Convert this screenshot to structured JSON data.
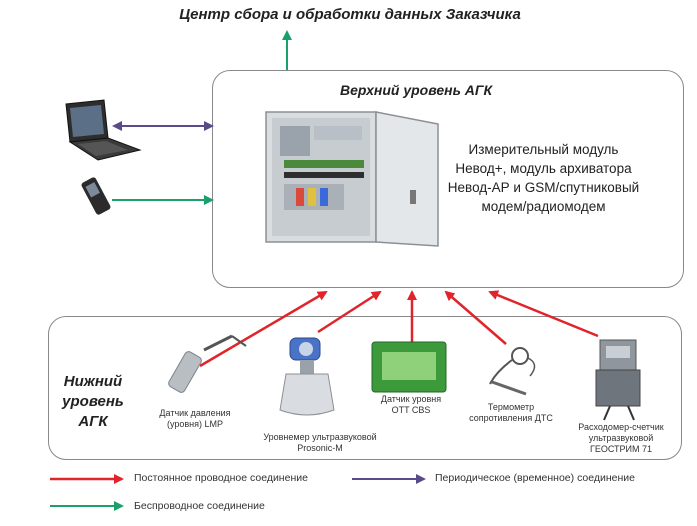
{
  "header": {
    "title": "Центр сбора и обработки данных Заказчика"
  },
  "upper": {
    "title": "Верхний уровень АГК",
    "module_lines": [
      "Измерительный модуль",
      "Невод+, модуль архиватора",
      "Невод-АР и GSM/спутниковый",
      "модем/радиомодем"
    ]
  },
  "lower": {
    "title_lines": [
      "Нижний",
      "уровень",
      "АГК"
    ],
    "devices": [
      {
        "lines": [
          "Датчик давления",
          "(уровня) LMP"
        ]
      },
      {
        "lines": [
          "Уровнемер ультразвуковой",
          "Prosonic-M"
        ]
      },
      {
        "lines": [
          "Датчик уровня",
          "OTT CBS"
        ]
      },
      {
        "lines": [
          "Термометр",
          "сопротивления ДТС"
        ]
      },
      {
        "lines": [
          "Расходомер-счетчик",
          "ультразвуковой",
          "ГЕОСТРИМ 71"
        ]
      }
    ]
  },
  "legend": {
    "permanent": "Постоянное проводное соединение",
    "periodic": "Периодическое (временное) соединение",
    "wireless": "Беспроводное соединение"
  },
  "colors": {
    "permanent": "#e0242a",
    "periodic": "#5a4a8a",
    "wireless": "#1aa06a",
    "box": "#888888"
  },
  "icons": [
    "laptop-icon",
    "mobile-phone-icon",
    "cabinet-icon",
    "pressure-sensor-icon",
    "ultrasonic-level-meter-icon",
    "level-sensor-icon",
    "thermometer-icon",
    "flowmeter-icon"
  ]
}
